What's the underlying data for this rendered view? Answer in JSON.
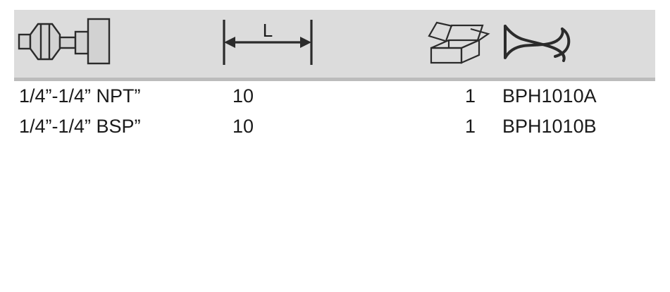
{
  "table": {
    "header": {
      "columns": [
        {
          "icon": "grease-fitting-profile-icon",
          "label": ""
        },
        {
          "icon": "length-dimension-icon",
          "label": "L"
        },
        {
          "icon": "open-box-icon",
          "label": ""
        },
        {
          "icon": "fish-outline-icon",
          "label": ""
        }
      ],
      "length_label": "L"
    },
    "rows": [
      {
        "spec": "1/4”-1/4” NPT”",
        "length": "10",
        "qty": "1",
        "code": "BPH1010A"
      },
      {
        "spec": "1/4”-1/4” BSP”",
        "length": "10",
        "qty": "1",
        "code": "BPH1010B"
      }
    ]
  },
  "colors": {
    "header_band": "#dcdcdc",
    "header_rule": "#bcbcbc",
    "text": "#1a1a1a",
    "icon_stroke": "#2b2b2b",
    "page_background": "#ffffff"
  }
}
